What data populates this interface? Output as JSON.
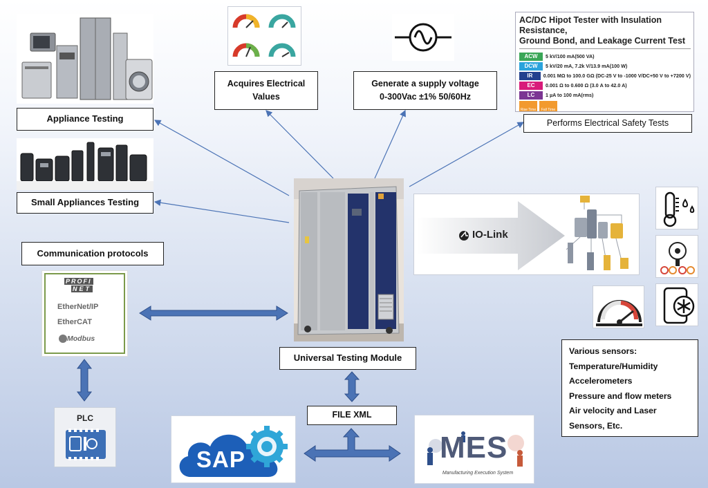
{
  "labels": {
    "appliance_testing": "Appliance Testing",
    "small_appliances_testing": "Small Appliances Testing",
    "acquires_values_line1": "Acquires Electrical",
    "acquires_values_line2": "Values",
    "supply_voltage_line1": "Generate a supply voltage",
    "supply_voltage_line2": "0-300Vac ±1%  50/60Hz",
    "safety_tests": "Performs Electrical Safety Tests",
    "communication_protocols": "Communication protocols",
    "universal_testing_module": "Universal Testing Module",
    "file_xml": "FILE XML",
    "plc": "PLC"
  },
  "hipot": {
    "title_line1": "AC/DC Hipot Tester with Insulation Resistance,",
    "title_line2": "Ground Bond, and Leakage Current Test",
    "rows": [
      {
        "tag": "ACW",
        "color": "#3aa657",
        "text": "5 kV/100 mA(500 VA)"
      },
      {
        "tag": "DCW",
        "color": "#2aa3dc",
        "text": "5 kV/20 mA, 7.2k V/13.9 mA(100 W)"
      },
      {
        "tag": "IR",
        "color": "#23408e",
        "text": "0.001 MΩ to 100.0 GΩ (DC-25 V to -1000 V/DC+50 V to +7200 V)"
      },
      {
        "tag": "EC",
        "color": "#d81b7a",
        "text": "0.001 Ω to 0.600 Ω (3.0 A to 42.0 A)"
      },
      {
        "tag": "LC",
        "color": "#7b3593",
        "text": "1 µA to 100 mA(rms)"
      }
    ],
    "chips": [
      "Rise Time",
      "Fall Time"
    ]
  },
  "protocols": {
    "profi": "PROFI",
    "net": "NET",
    "ethernetip": "EtherNet/IP",
    "ethercat": "EtherCAT",
    "modbus": "Modbus"
  },
  "iolink": {
    "label": "IO-Link"
  },
  "sap": {
    "label": "SAP"
  },
  "mes": {
    "label": "MES",
    "subtitle": "Manufacturing Execution System"
  },
  "sensors": {
    "lines": [
      "Various sensors:",
      "Temperature/Humidity",
      "Accelerometers",
      "Pressure and flow meters",
      "Air velocity and Laser",
      "Sensors, Etc."
    ]
  },
  "colors": {
    "arrow_blue": "#4b73b5",
    "arrow_blue_dark": "#2e4f8a",
    "cabinet_grey": "#c7c9cc",
    "cabinet_blue": "#23336b"
  }
}
